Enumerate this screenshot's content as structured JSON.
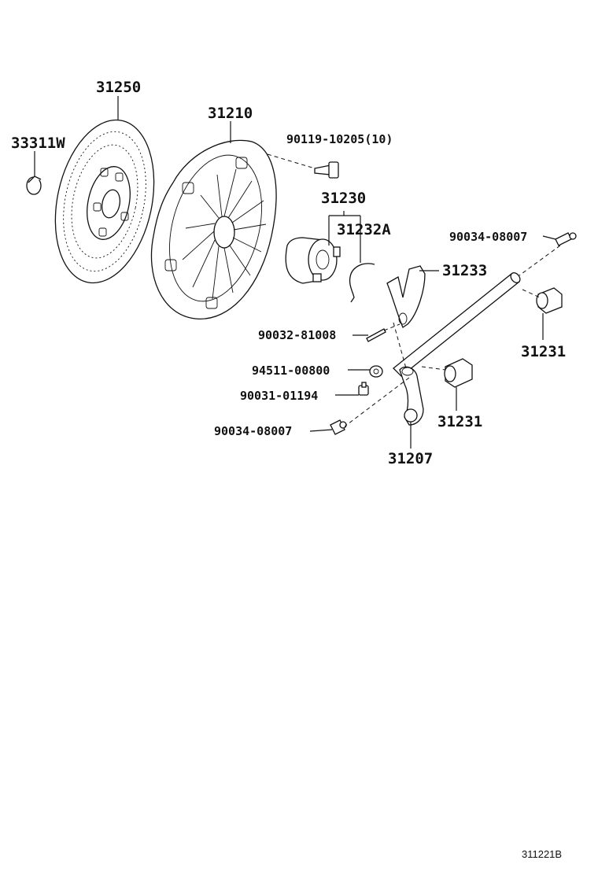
{
  "labels": {
    "p31250": "31250",
    "p33311w": "33311W",
    "p31210": "31210",
    "p90119": "90119-10205(10)",
    "p31230": "31230",
    "p31232a": "31232A",
    "p90034a": "90034-08007",
    "p31233": "31233",
    "p90032": "90032-81008",
    "p31231a": "31231",
    "p94511": "94511-00800",
    "p90031": "90031-01194",
    "p31231b": "31231",
    "p90034b": "90034-08007",
    "p31207": "31207"
  },
  "figure_code": "311221B"
}
